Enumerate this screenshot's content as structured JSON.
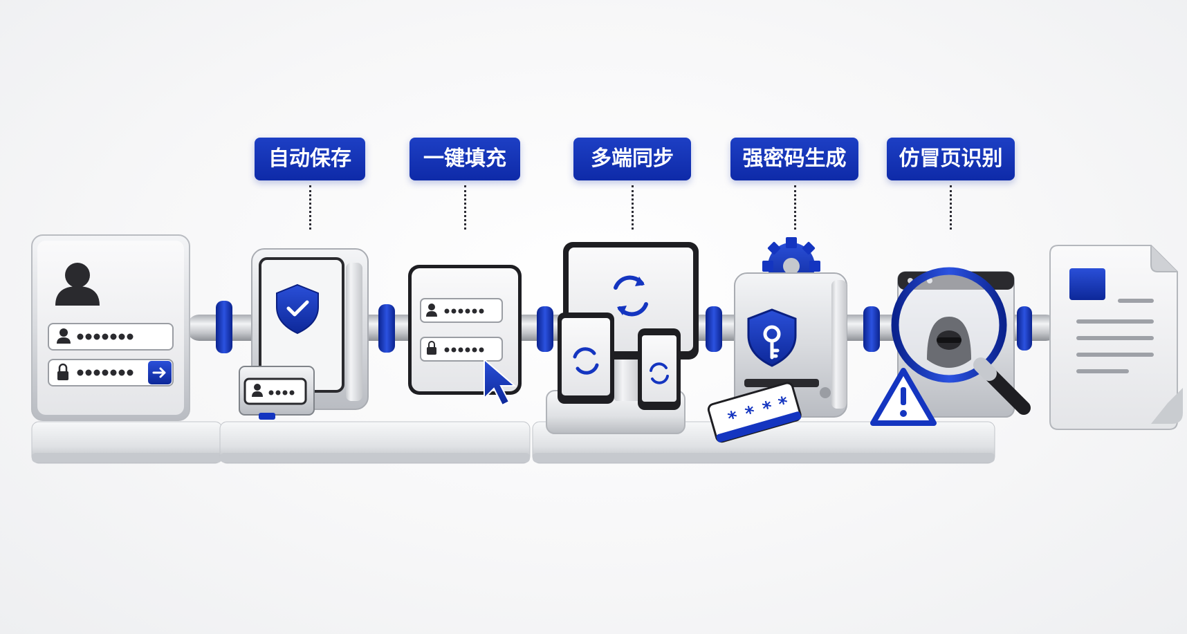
{
  "features": [
    {
      "label": "自动保存"
    },
    {
      "label": "一键填充"
    },
    {
      "label": "多端同步"
    },
    {
      "label": "强密码生成"
    },
    {
      "label": "仿冒页识别"
    }
  ],
  "icons": {
    "login_card": "user-login-icon",
    "vault": "shield-check-vault-icon",
    "autofill": "autofill-form-icon",
    "sync": "multi-device-sync-icon",
    "generator": "key-shield-generator-icon",
    "phishing": "phishing-detection-icon",
    "document": "document-icon"
  },
  "colors": {
    "accent": "#1030b8",
    "label_bg": "#1435c0",
    "metal": "#d6d8dc",
    "dark": "#2a2a2e"
  }
}
